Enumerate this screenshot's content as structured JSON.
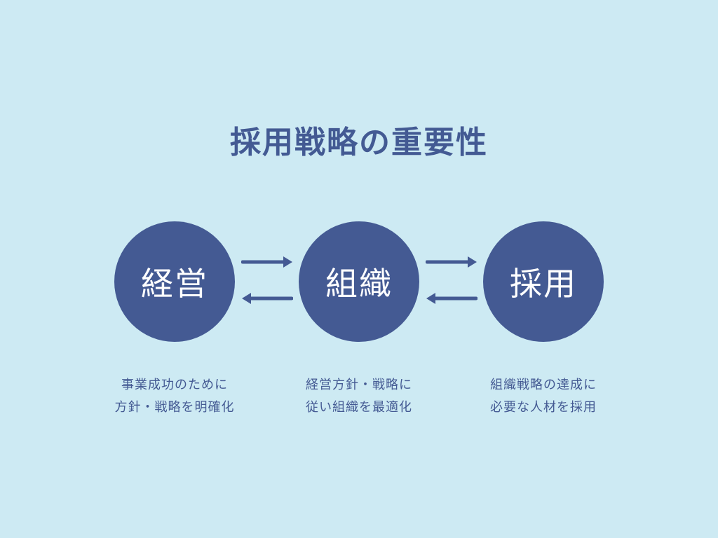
{
  "title": "採用戦略の重要性",
  "nodes": [
    {
      "label": "経営",
      "desc_line1": "事業成功のために",
      "desc_line2": "方針・戦略を明確化"
    },
    {
      "label": "組織",
      "desc_line1": "経営方針・戦略に",
      "desc_line2": "従い組織を最適化"
    },
    {
      "label": "採用",
      "desc_line1": "組織戦略の達成に",
      "desc_line2": "必要な人材を採用"
    }
  ],
  "colors": {
    "background": "#cdeaf3",
    "primary": "#445a93",
    "circle_text": "#ffffff"
  },
  "icons": [
    "arrow-right-icon",
    "arrow-left-icon"
  ]
}
